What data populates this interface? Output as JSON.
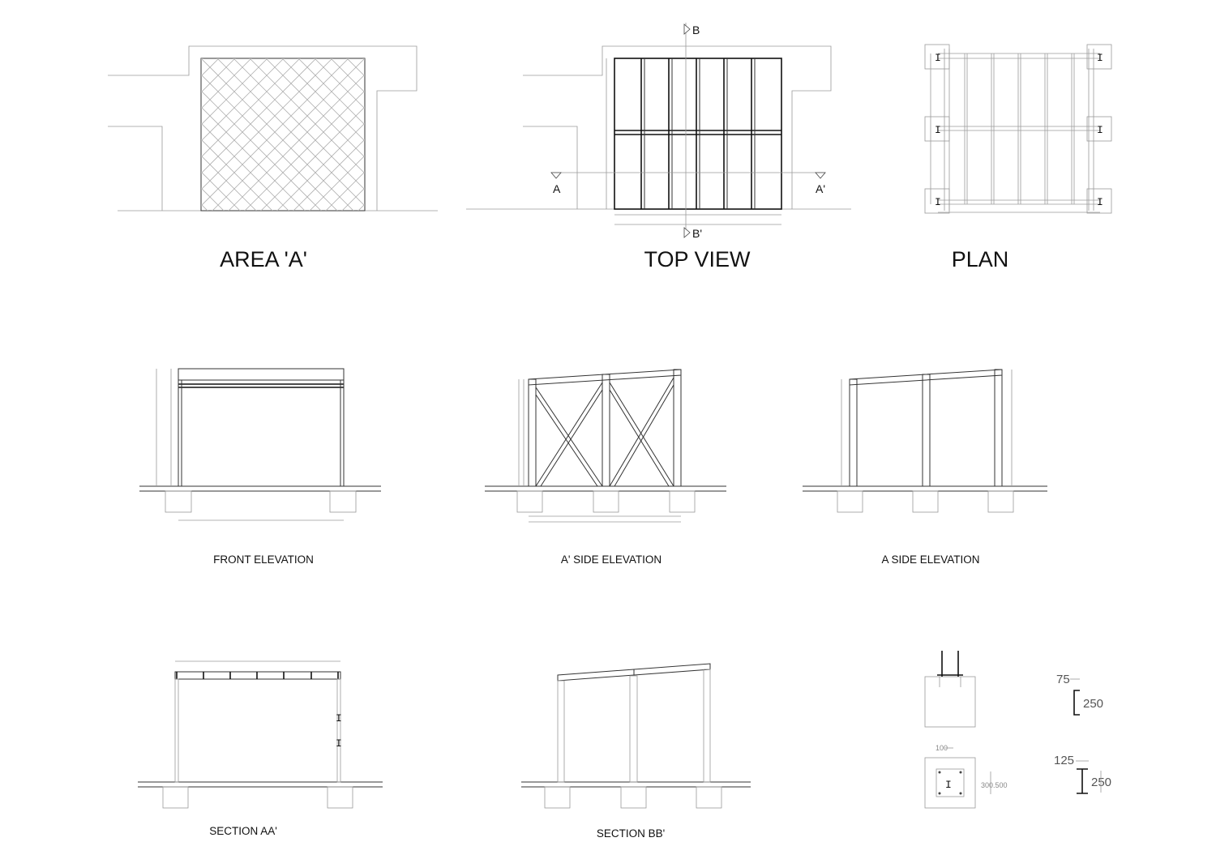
{
  "titles": {
    "area_a": "AREA 'A'",
    "top_view": "TOP VIEW",
    "plan": "PLAN",
    "front_elevation": "FRONT ELEVATION",
    "a_prime_side_elevation": "A' SIDE ELEVATION",
    "a_side_elevation": "A SIDE ELEVATION",
    "section_aa": "SECTION AA'",
    "section_bb": "SECTION BB'"
  },
  "section_markers": {
    "a": "A",
    "a_prime": "A'",
    "b": "B",
    "b_prime": "B'"
  },
  "detail_dimensions": {
    "channel_flange": "75",
    "channel_depth": "250",
    "ibeam_flange": "125",
    "ibeam_depth": "250",
    "base_plate_offset": "100",
    "base_plate_size": "300.500"
  },
  "icons": {
    "plan_column": "i-beam-column-icon"
  }
}
